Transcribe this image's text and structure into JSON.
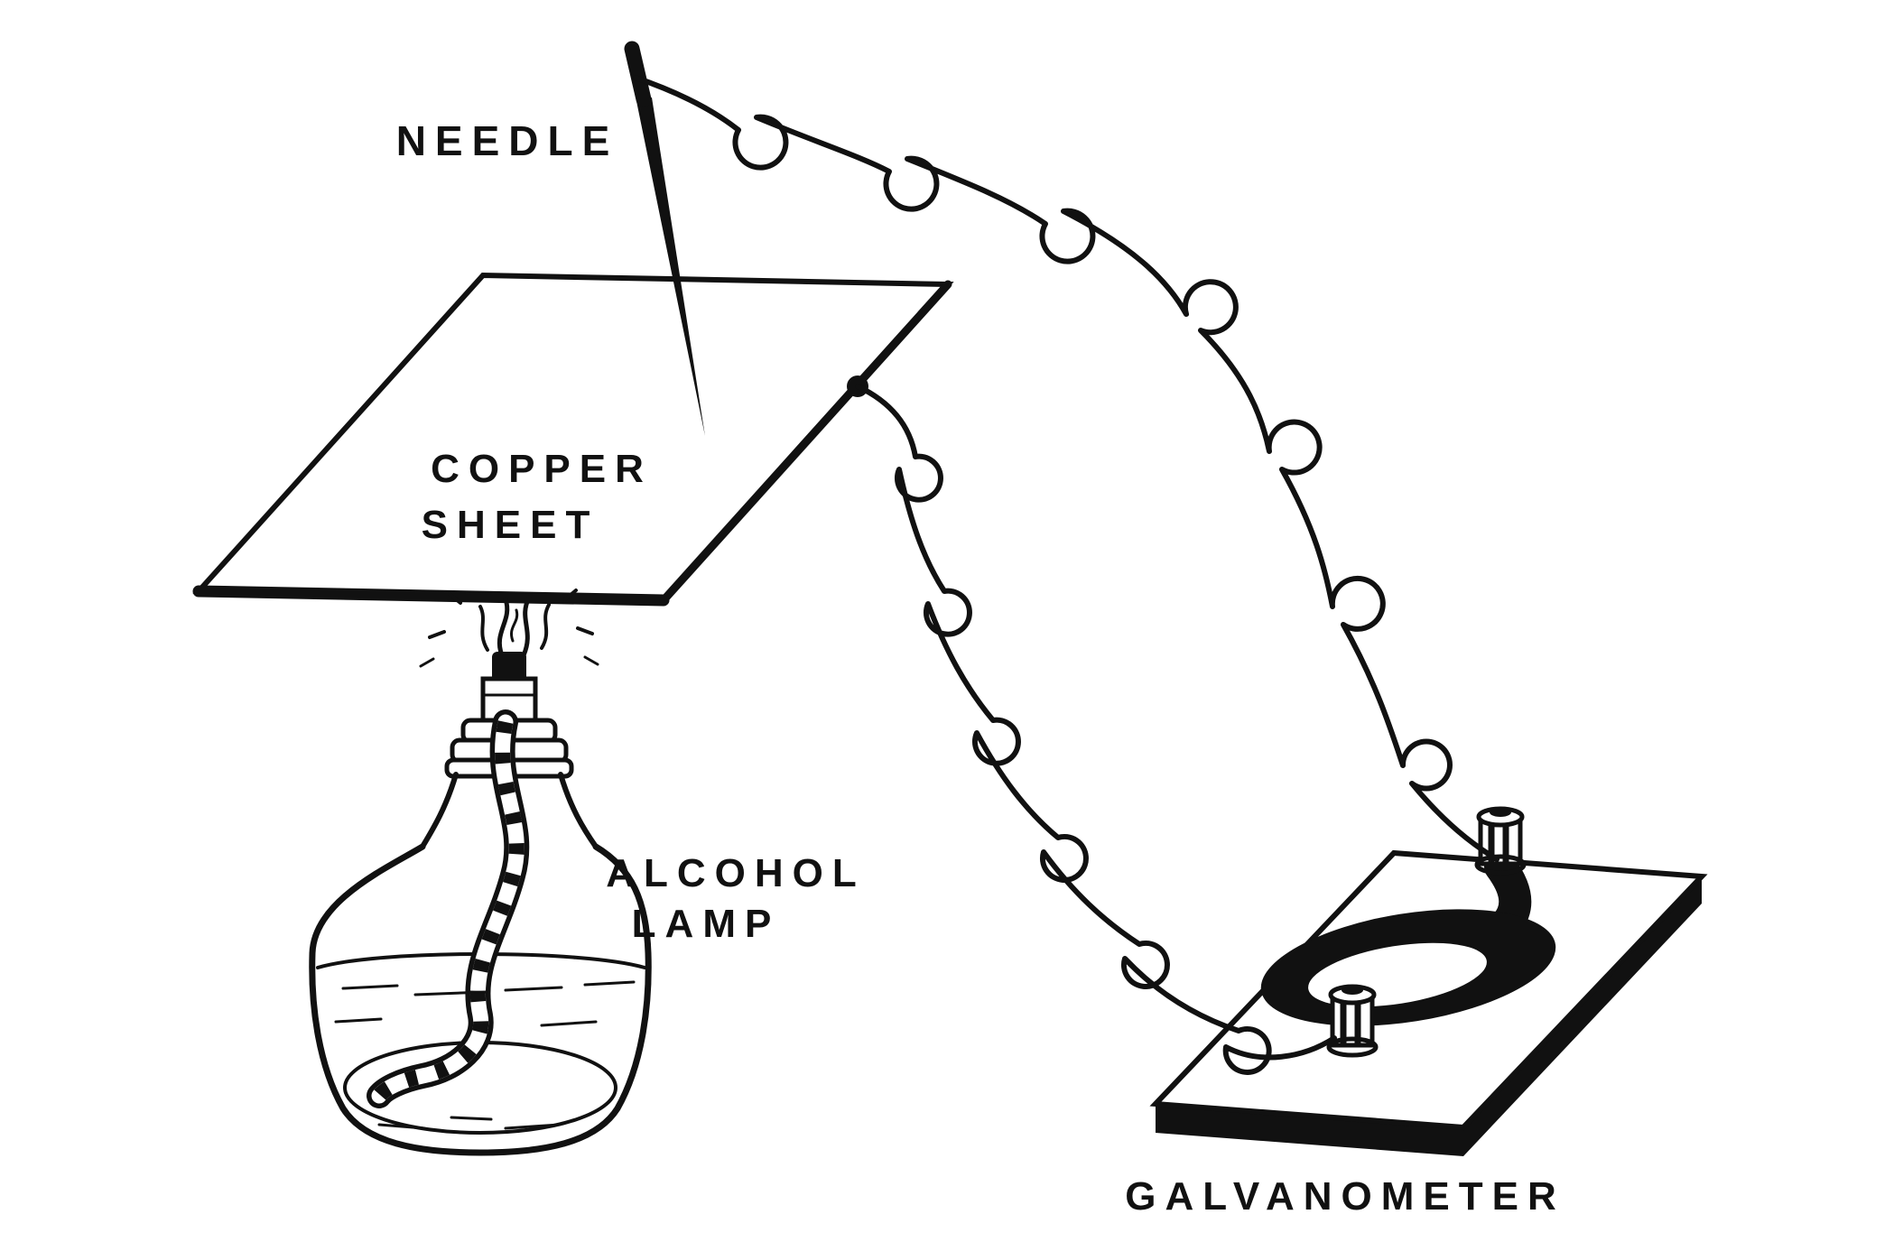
{
  "figure": {
    "labels": {
      "needle": "NEEDLE",
      "copper_sheet": [
        "COPPER",
        "SHEET"
      ],
      "alcohol_lamp": [
        "ALCOHOL",
        "LAMP"
      ],
      "galvanometer": "GALVANOMETER"
    },
    "colors": {
      "ink": "#111111",
      "paper": "#ffffff"
    }
  }
}
